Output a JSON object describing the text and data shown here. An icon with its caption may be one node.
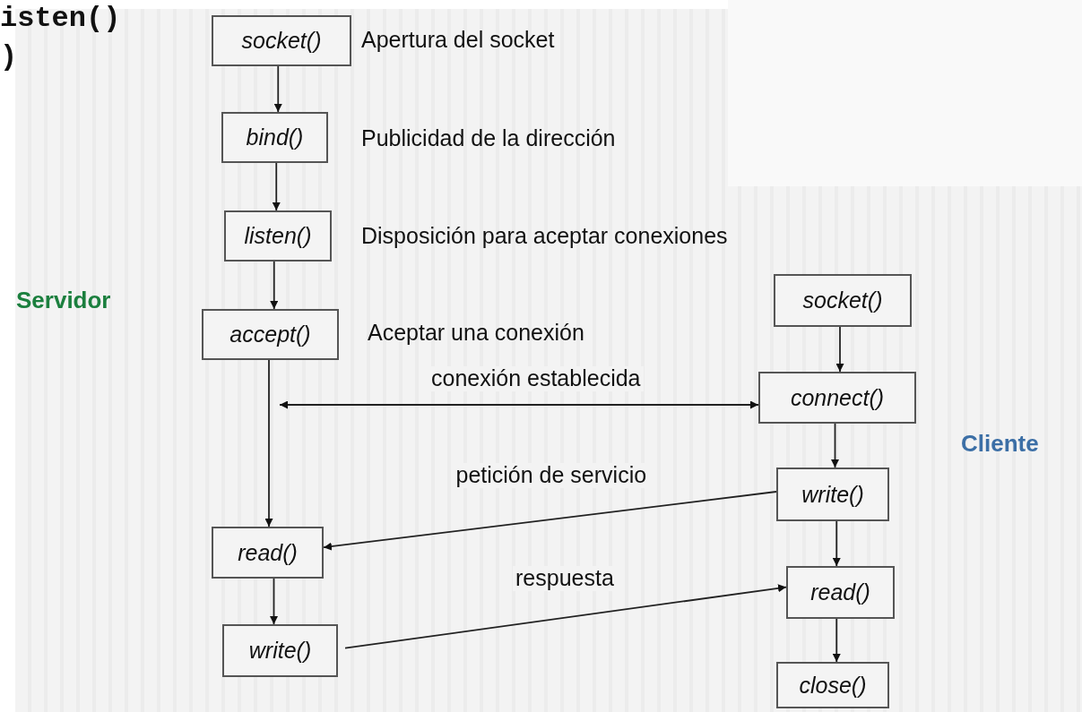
{
  "diagram": {
    "nodes": [
      {
        "text": [
          "socket()"
        ],
        "beside": [
          "Apertura del socket"
        ]
      },
      {
        "text": [
          "bind()"
        ],
        "beside": [
          "Publicidad de la dirección"
        ]
      },
      {
        "text": [
          "listen()"
        ],
        "beside": [
          "Disposición para aceptar conexiones"
        ]
      },
      {
        "text": [
          "socket()"
        ]
      },
      {
        "text": [
          "accept()"
        ],
        "beside": [
          "Aceptar una conexión"
        ]
      },
      {
        "text": [
          "connect()"
        ]
      },
      {
        "text": [
          "write()"
        ]
      },
      {
        "text": [
          "read()"
        ]
      },
      {
        "text": [
          "read()"
        ]
      },
      {
        "text": [
          "write()"
        ]
      },
      {
        "text": [
          "close()"
        ]
      }
    ],
    "edges": [
      {
        "from": 0,
        "to": 1,
        "arrow": "to"
      },
      {
        "from": 1,
        "to": 2,
        "arrow": "to"
      },
      {
        "from": 2,
        "to": 4,
        "arrow": "to"
      },
      {
        "from": 3,
        "to": 5,
        "arrow": "to"
      },
      {
        "from": null,
        "to": 5,
        "arrow": "both",
        "label": "conexión establecida"
      },
      {
        "from": 4,
        "to": 7,
        "arrow": "to"
      },
      {
        "from": 5,
        "to": 6,
        "arrow": "to"
      },
      {
        "from": 6,
        "to": 7,
        "arrow": "to",
        "label": "petición de servicio"
      },
      {
        "from": 6,
        "to": 8,
        "arrow": "to"
      },
      {
        "from": 7,
        "to": 9,
        "arrow": "to"
      },
      {
        "from": 9,
        "to": 8,
        "arrow": "to",
        "label": "respuesta"
      },
      {
        "from": 8,
        "to": 10,
        "arrow": "to"
      }
    ],
    "labels": [
      "isten()",
      ")",
      "Servidor",
      "Cliente"
    ]
  }
}
